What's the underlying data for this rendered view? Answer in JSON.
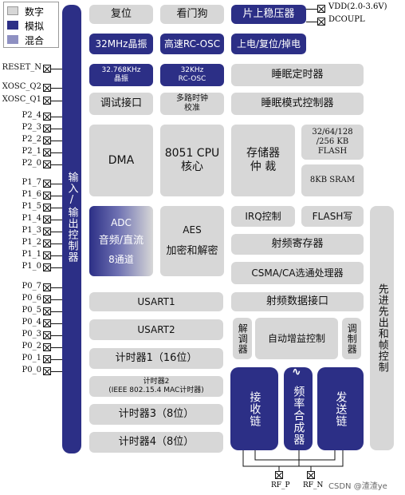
{
  "legend": {
    "items": [
      {
        "label": "数字",
        "color": "#d7d7d7"
      },
      {
        "label": "模拟",
        "color": "#2c2f86"
      },
      {
        "label": "混合",
        "color": "#8e90c2"
      }
    ]
  },
  "pins": {
    "reset": "RESET_N",
    "xosc": [
      "XOSC_Q2",
      "XOSC_Q1"
    ],
    "p2": [
      "P2_4",
      "P2_3",
      "P2_2",
      "P2_1",
      "P2_0"
    ],
    "p1": [
      "P1_7",
      "P1_6",
      "P1_5",
      "P1_4",
      "P1_3",
      "P1_2",
      "P1_1",
      "P1_0"
    ],
    "p0": [
      "P0_7",
      "P0_6",
      "P0_5",
      "P0_4",
      "P0_3",
      "P0_2",
      "P0_1",
      "P0_0"
    ],
    "rf": [
      "RF_P",
      "RF_N"
    ]
  },
  "io_bus": {
    "label": "输入/输出控制器"
  },
  "power": {
    "vdd": "VDD(2.0-3.6V)",
    "dcoupl": "DCOUPL"
  },
  "blocks": {
    "reset": "复位",
    "watchdog": "看门狗",
    "regulator": "片上稳压器",
    "xtal32m": "32MHz晶振",
    "rcosc_hs": "高速RC-OSC",
    "por": "上电/复位/掉电",
    "xtal32k": "32.768KHz\n晶振",
    "rcosc_32k": "32KHz\nRC-OSC",
    "sleep_timer": "睡眠定时器",
    "debug": "调试接口",
    "clock_mux": "多路时钟\n校准",
    "sleep_ctrl": "睡眠模式控制器",
    "dma": "DMA",
    "cpu": "8051 CPU\n核心",
    "mem_arb": "存储器\n仲  裁",
    "flash": "32/64/128\n/256 KB\nFLASH",
    "sram": "8KB SRAM",
    "adc_title": "ADC",
    "adc_sub": "音频/直流",
    "adc_ch": "8通道",
    "aes_title": "AES",
    "aes_sub": "加密和解密",
    "irq": "IRQ控制",
    "flash_write": "FLASH写",
    "rf_regs": "射频寄存器",
    "csma": "CSMA/CA选通处理器",
    "usart1": "USART1",
    "rf_data": "射频数据接口",
    "usart2": "USART2",
    "demod": "解调器",
    "agc": "自动增益控制",
    "mod": "调制器",
    "timer1": "计时器1（16位）",
    "timer2": "计时器2\n(IEEE 802.15.4 MAC计时器)",
    "timer3": "计时器3（8位）",
    "timer4": "计时器4（8位）",
    "rx_chain": "接收链",
    "synth": "频率合成器",
    "tx_chain": "发送链",
    "fifo": "先进先出和帧控制"
  },
  "watermark": "CSDN @渣渣ye"
}
